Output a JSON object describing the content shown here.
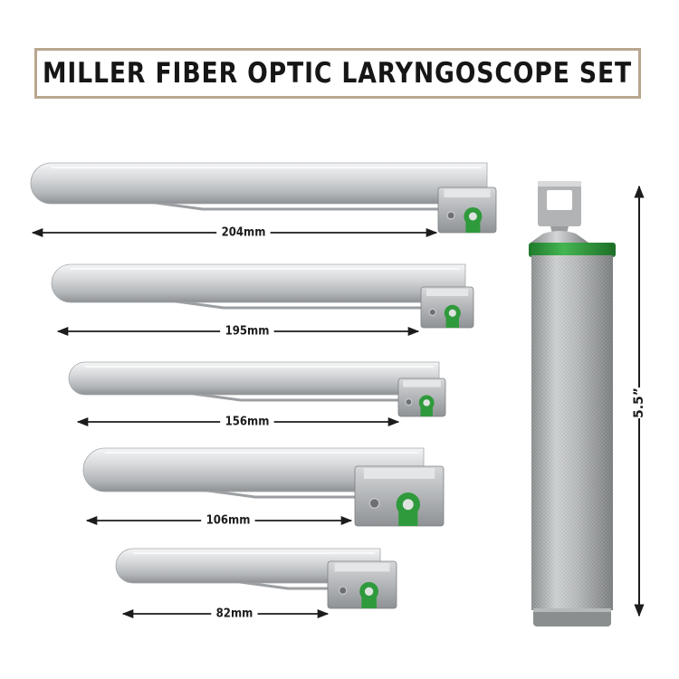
{
  "title": "MILLER FIBER OPTIC LARYNGOSCOPE SET",
  "blades": [
    {
      "label": "204mm",
      "length_mm": 204
    },
    {
      "label": "195mm",
      "length_mm": 195
    },
    {
      "label": "156mm",
      "length_mm": 156
    },
    {
      "label": "106mm",
      "length_mm": 106
    },
    {
      "label": "82mm",
      "length_mm": 82
    }
  ],
  "handle": {
    "height_label": "5.5”"
  },
  "colors": {
    "frame": "#b8a68f",
    "text": "#161616",
    "steel_light": "#e8e9ea",
    "steel_dark": "#9a9c9e",
    "accent_green": "#2f9a3c"
  }
}
